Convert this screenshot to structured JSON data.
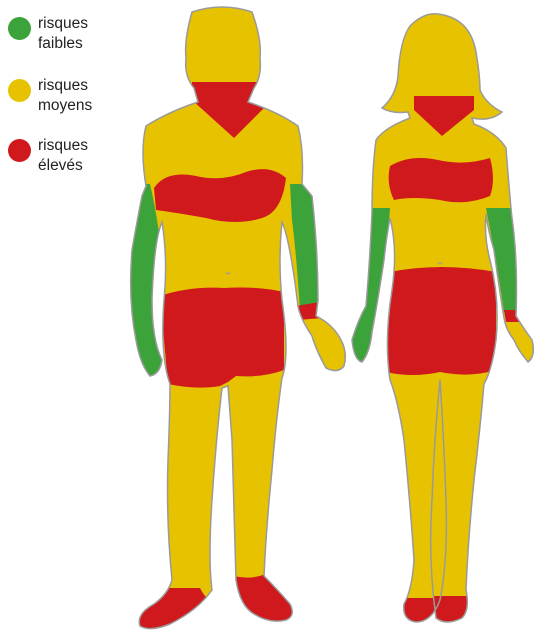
{
  "legend": [
    {
      "line1": "risques",
      "line2": "faibles",
      "level": "low",
      "color": "#3ca23a"
    },
    {
      "line1": "risques",
      "line2": "moyens",
      "level": "medium",
      "color": "#e7c200"
    },
    {
      "line1": "risques",
      "line2": "élevés",
      "level": "high",
      "color": "#d0191c"
    }
  ],
  "colors": {
    "low": "#3ca23a",
    "medium": "#e7c200",
    "high": "#d0191c",
    "outline": "#9a9a9a"
  },
  "figures": [
    {
      "name": "man-figure"
    },
    {
      "name": "woman-figure"
    }
  ]
}
